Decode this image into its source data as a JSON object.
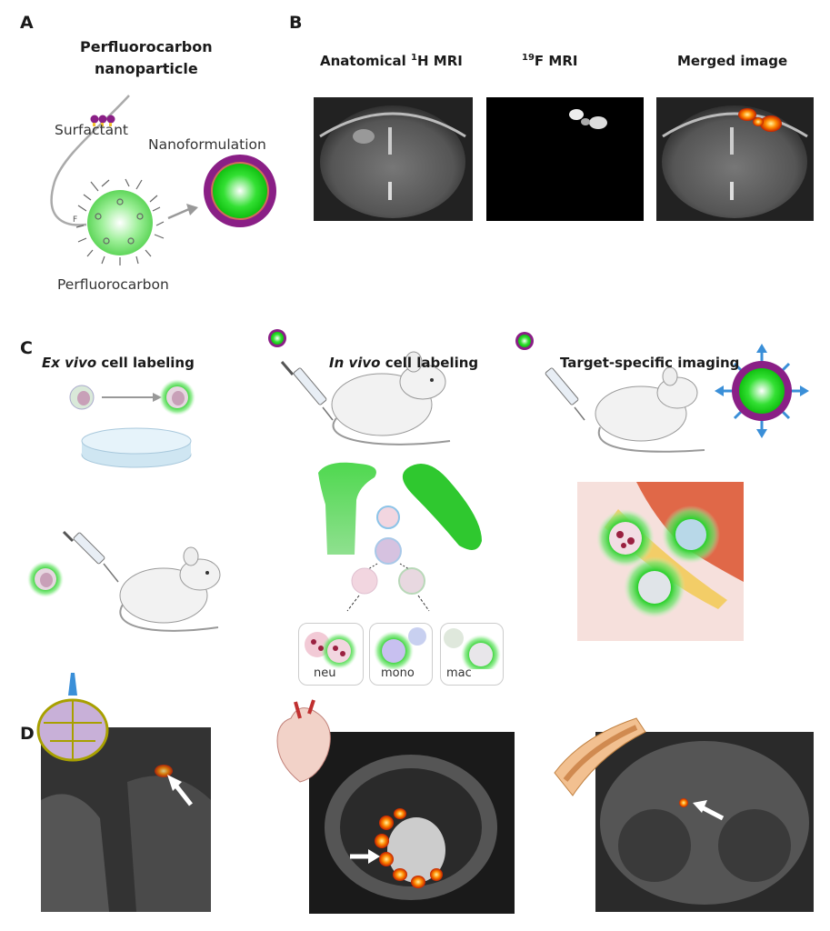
{
  "panels": {
    "a": {
      "label": "A",
      "title_line1": "Perfluorocarbon",
      "title_line2": "nanoparticle",
      "surfactant": "Surfactant",
      "nanoformulation": "Nanoformulation",
      "perfluorocarbon": "Perfluorocarbon",
      "fluorine_atom": "F"
    },
    "b": {
      "label": "B",
      "headers": [
        {
          "sup": "",
          "pre": "Anatomical ",
          "sup_text": "1",
          "post": "H MRI"
        },
        {
          "pre": "",
          "sup_text": "19",
          "post": "F MRI"
        },
        {
          "pre": "Merged image",
          "sup_text": "",
          "post": ""
        }
      ]
    },
    "c": {
      "label": "C",
      "ex_vivo": {
        "italic": "Ex vivo",
        "rest": " cell labeling"
      },
      "in_vivo": {
        "italic": "In vivo",
        "rest": " cell labeling"
      },
      "target": "Target-specific imaging",
      "cell_types": [
        "neu",
        "mono",
        "mac"
      ]
    },
    "d": {
      "label": "D"
    }
  },
  "colors": {
    "green": "#3ad13a",
    "purple": "#8a1f86",
    "signal": "#ff6a00",
    "arrow": "#3a8fd8"
  }
}
